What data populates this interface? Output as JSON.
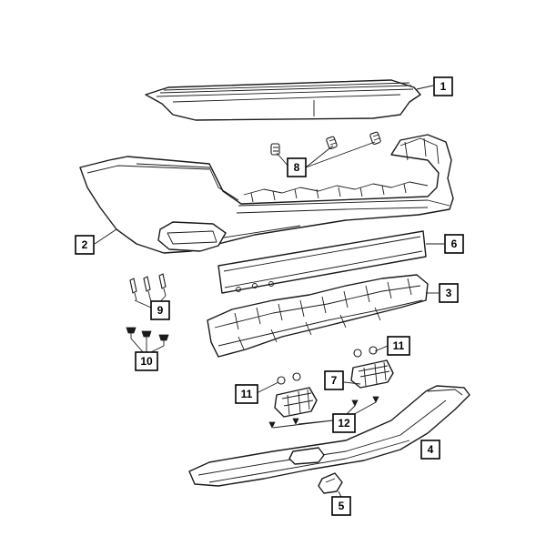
{
  "callouts": {
    "c1": "1",
    "c2": "2",
    "c3": "3",
    "c4": "4",
    "c5": "5",
    "c6": "6",
    "c7": "7",
    "c8": "8",
    "c9": "9",
    "c10": "10",
    "c11a": "11",
    "c11b": "11",
    "c12": "12"
  },
  "colors": {
    "line": "#1a1a1a",
    "background": "#ffffff"
  }
}
